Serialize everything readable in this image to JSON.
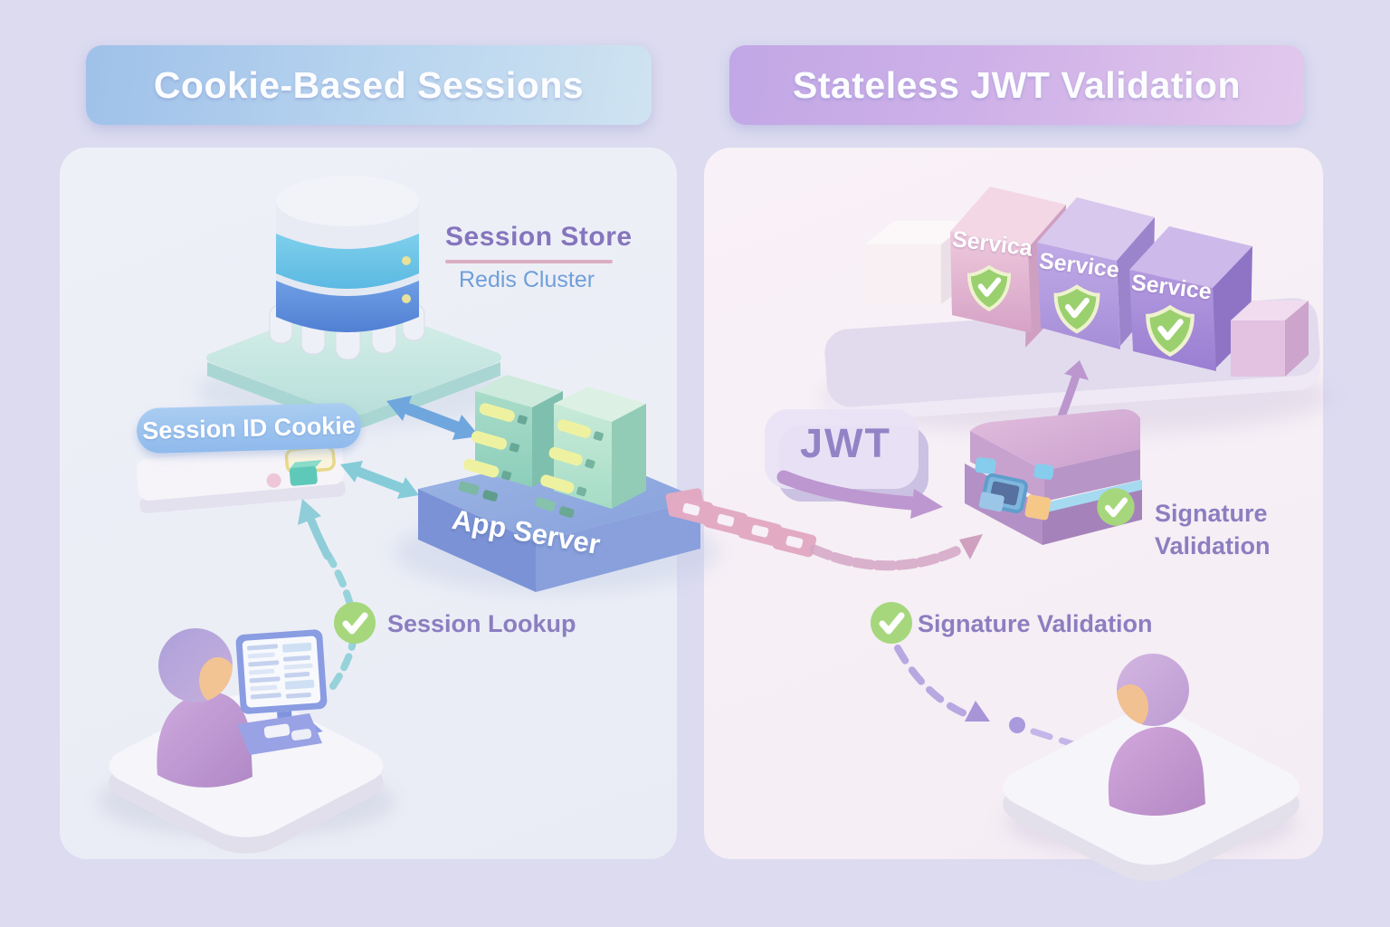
{
  "panels": {
    "left": {
      "title": "Cookie-Based Sessions",
      "session_store": {
        "title": "Session Store",
        "subtitle": "Redis Cluster"
      },
      "cookie_pill": "Session ID Cookie",
      "app_server_label": "App Server",
      "session_lookup_label": "Session Lookup"
    },
    "right": {
      "title": "Stateless JWT Validation",
      "services": [
        {
          "label": "Servica"
        },
        {
          "label": "Service"
        },
        {
          "label": "Service"
        }
      ],
      "jwt_label": "JWT",
      "signature_validation_stacked": {
        "line1": "Signature",
        "line2": "Validation"
      },
      "signature_validation_label": "Signature Validation"
    }
  },
  "colors": {
    "background": "#dcdbf0",
    "left_banner_start": "#9fc1e9",
    "left_banner_end": "#cfe3f1",
    "right_banner_start": "#c1a7e6",
    "right_banner_end": "#e2c8ec",
    "left_panel": "#edeef7",
    "right_panel": "#f7f0f6",
    "check_green": "#a6d77c",
    "shield_green": "#9bd06e",
    "label_purple": "#8b7ec0",
    "label_blue": "#6f9fd8",
    "app_server_blue": "#7b93d6",
    "token_pink": "#e2abc3"
  }
}
